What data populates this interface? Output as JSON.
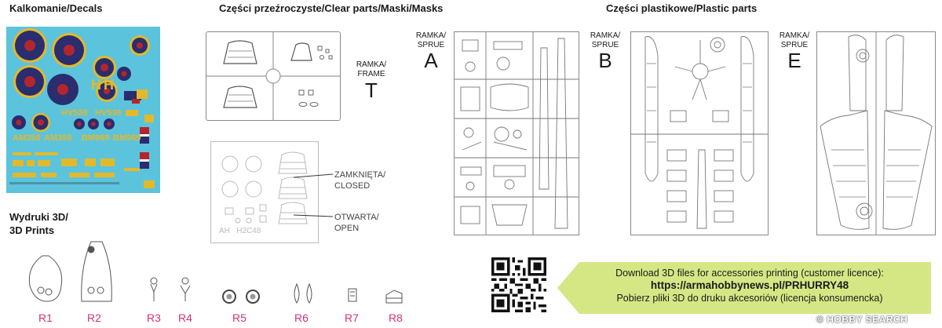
{
  "sections": {
    "decals": "Kalkomanie/Decals",
    "clear": "Części przeźroczyste/Clear parts/Maski/Masks",
    "plastic": "Części plastikowe/Plastic parts",
    "prints_line1": "Wydruki 3D/",
    "prints_line2": "3D Prints"
  },
  "decal_codes": {
    "hv_a": "HV538",
    "hv_b": "HV538",
    "am_a": "AM358",
    "am_b": "AM358",
    "bm_a": "BM969",
    "bm_b": "BM969",
    "h_letter": "H"
  },
  "frame_t": {
    "label_l1": "RAMKA/",
    "label_l2": "FRAME",
    "letter": "T"
  },
  "masks": {
    "closed_l1": "ZAMKNIĘTA/",
    "closed_l2": "CLOSED",
    "open_l1": "OTWARTA/",
    "open_l2": "OPEN",
    "code": "AH   H2C48"
  },
  "sprues": [
    {
      "l1": "RAMKA/",
      "l2": "SPRUE",
      "letter": "A"
    },
    {
      "l1": "RAMKA/",
      "l2": "SPRUE",
      "letter": "B"
    },
    {
      "l1": "RAMKA/",
      "l2": "SPRUE",
      "letter": "E"
    }
  ],
  "parts": [
    "R1",
    "R2",
    "R3",
    "R4",
    "R5",
    "R6",
    "R7",
    "R8"
  ],
  "banner": {
    "line1": "Download 3D files for accessories printing (customer licence):",
    "url": "https://armahobbynews.pl/PRHURRY48",
    "line3": "Pobierz pliki 3D do druku akcesoriów (licencja konsumencka)"
  },
  "watermark": {
    "text": "HOBBY SEARCH",
    "symbol": "©"
  },
  "colors": {
    "decal_bg": "#5cc3dd",
    "roundel_blue": "#2a2d6e",
    "roundel_red": "#b3262e",
    "roundel_yellow": "#e2b92b",
    "part_label": "#d0347a",
    "banner": "#d5e785"
  }
}
